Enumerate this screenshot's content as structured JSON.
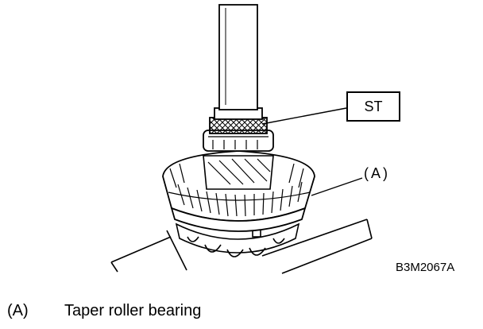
{
  "diagram": {
    "tool_label": "ST",
    "part_callout": "(A)",
    "figure_code": "B3M2067A"
  },
  "legend": [
    {
      "key": "(A)",
      "text": "Taper roller bearing"
    }
  ],
  "colors": {
    "line": "#000000",
    "background": "#ffffff"
  }
}
